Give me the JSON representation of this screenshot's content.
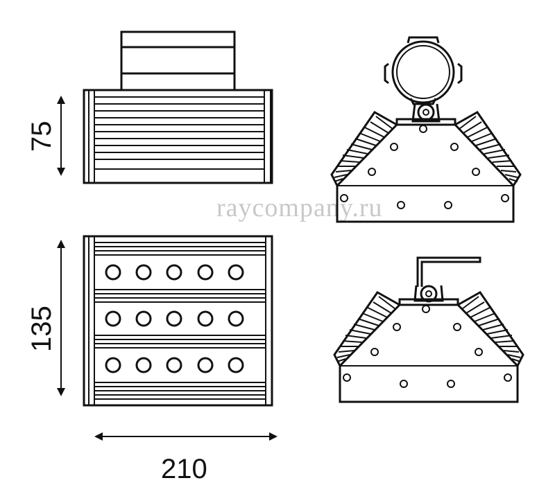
{
  "dimensions": {
    "height_top": "75",
    "height_front": "135",
    "width": "210"
  },
  "watermark": "raycompany.ru",
  "led_grid": {
    "rows": 3,
    "columns": 5
  },
  "colors": {
    "line": "#111111",
    "watermark": "#c8c8c8",
    "background": "#ffffff"
  }
}
